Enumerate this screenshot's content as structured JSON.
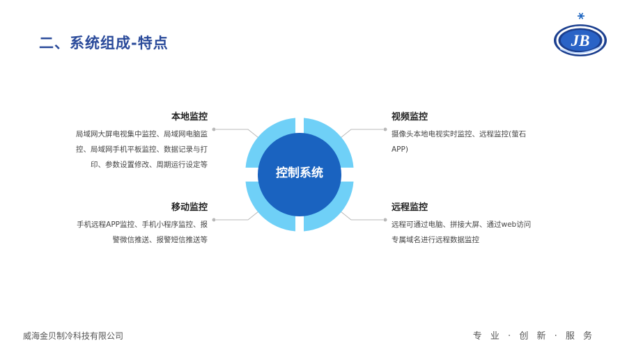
{
  "page": {
    "title": "二、系统组成-特点"
  },
  "logo": {
    "letters": "JB"
  },
  "hub": {
    "label": "控制系统",
    "color_center": "#1a63c0",
    "color_ring": "#6fd0f7"
  },
  "features": [
    {
      "id": "local",
      "title": "本地监控",
      "lines": [
        "局域网大屏电视集中监控、局域网电脑监",
        "控、局域网手机平板监控、数据记录与打",
        "印、参数设置修改、周期运行设定等"
      ]
    },
    {
      "id": "video",
      "title": "视频监控",
      "lines": [
        "摄像头本地电视实时监控、远程监控(萤石",
        "APP)"
      ]
    },
    {
      "id": "mobile",
      "title": "移动监控",
      "lines": [
        "手机远程APP监控、手机小程序监控、报",
        "警微信推送、报警短信推送等"
      ]
    },
    {
      "id": "remote",
      "title": "远程监控",
      "lines": [
        "远程可通过电脑、拼接大屏、通过web访问",
        "专属域名进行远程数据监控"
      ]
    }
  ],
  "footer": {
    "company": "威海金贝制冷科技有限公司",
    "slogan": "专 业 · 创 新 · 服 务"
  }
}
